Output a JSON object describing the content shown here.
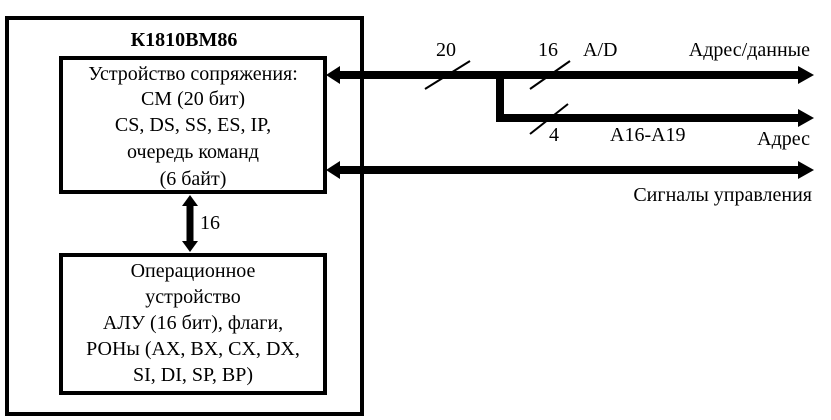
{
  "chip": {
    "title": "К1810ВМ86"
  },
  "biu": {
    "lines": [
      "Устройство сопряжения:",
      "СМ (20 бит)",
      "CS, DS, SS, ES, IP,",
      "очередь команд",
      "(6 байт)"
    ]
  },
  "eu": {
    "lines": [
      "Операционное",
      "устройство",
      "АЛУ (16 бит), флаги,",
      "РОНы (AX, BX, CX, DX,",
      "SI, DI, SP, BP)"
    ]
  },
  "internal_bus": {
    "width": "16"
  },
  "buses": {
    "bus_width_total": "20",
    "bus_width_ad": "16",
    "ad_label": "A/D",
    "addr_data_label": "Адрес/данные",
    "bus_width_high": "4",
    "high_addr_range": "A16-A19",
    "addr_label": "Адрес",
    "control_label": "Сигналы управления"
  },
  "colors": {
    "stroke": "#000000",
    "background": "#ffffff"
  }
}
